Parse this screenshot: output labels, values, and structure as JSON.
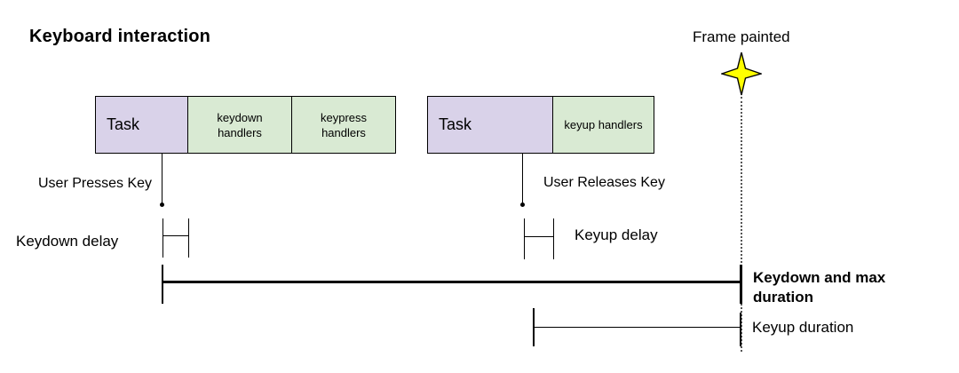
{
  "title": "Keyboard interaction",
  "frame_marker": {
    "label": "Frame painted"
  },
  "keydown_group": {
    "task": "Task",
    "handler1": "keydown handlers",
    "handler2": "keypress handlers"
  },
  "keyup_group": {
    "task": "Task",
    "handler1": "keyup handlers"
  },
  "labels": {
    "user_presses": "User Presses Key",
    "user_releases": "User Releases Key",
    "keydown_delay": "Keydown delay",
    "keyup_delay": "Keyup delay",
    "keydown_max_duration": "Keydown and max duration",
    "keyup_duration": "Keyup duration"
  },
  "colors": {
    "task_fill": "#d9d2e9",
    "handler_fill": "#d9ead3",
    "star_fill": "#ffff00",
    "line": "#000000",
    "background": "#ffffff"
  }
}
